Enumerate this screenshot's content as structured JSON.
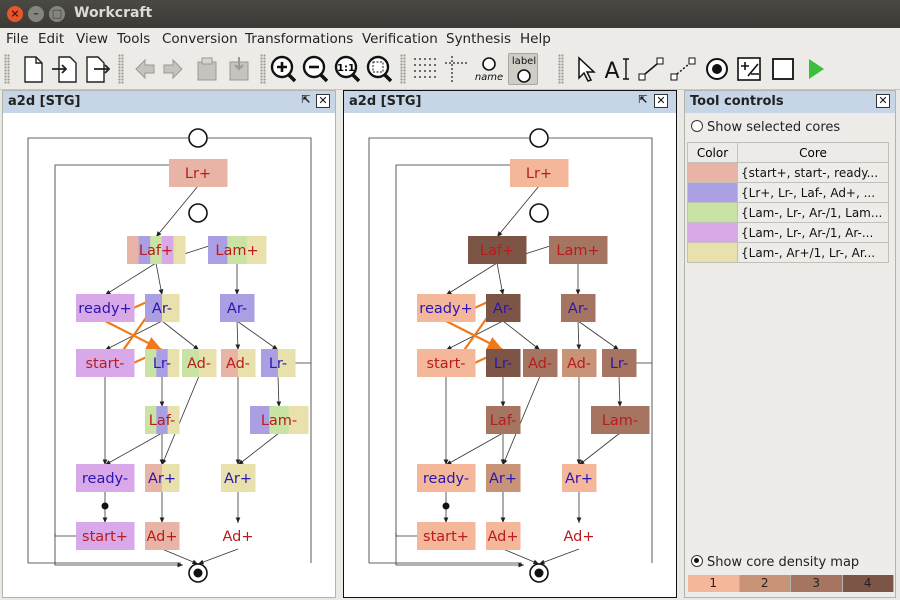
{
  "window": {
    "title": "Workcraft"
  },
  "menu": [
    "File",
    "Edit",
    "View",
    "Tools",
    "Conversion",
    "Transformations",
    "Verification",
    "Synthesis",
    "Help"
  ],
  "toolbar": {
    "name_label": "name",
    "label_label": "label"
  },
  "editors": [
    {
      "title": "a2d [STG]"
    },
    {
      "title": "a2d [STG]"
    }
  ],
  "tool_controls": {
    "title": "Tool controls",
    "show_selected_label": "Show selected cores",
    "col_color": "Color",
    "col_core": "Core",
    "cores": [
      {
        "color": "#e8b4a5",
        "text": "{start+, start-, ready..."
      },
      {
        "color": "#ab9fe3",
        "text": "{Lr+, Lr-, Laf-, Ad+, ..."
      },
      {
        "color": "#c8e3a4",
        "text": "{Lam-, Lr-, Ar-/1, Lam..."
      },
      {
        "color": "#d8a8e8",
        "text": "{Lam-, Lr-, Ar-/1, Ar-..."
      },
      {
        "color": "#e8e1ab",
        "text": "{Lam-, Ar+/1, Lr-, Ar..."
      }
    ],
    "show_density_label": "Show core density map",
    "density": [
      {
        "level": "1",
        "color": "#f4b799"
      },
      {
        "level": "2",
        "color": "#c99377"
      },
      {
        "level": "3",
        "color": "#a57561"
      },
      {
        "level": "4",
        "color": "#7d5547"
      }
    ]
  },
  "graph": {
    "labels": [
      "Lr+",
      "Laf+",
      "Lam+",
      "ready+",
      "Ar-",
      "Ar-",
      "start-",
      "Lr-",
      "Ad-",
      "Ad-",
      "Lr-",
      "Laf-",
      "Lam-",
      "ready-",
      "Ar+",
      "Ar+",
      "start+",
      "Ad+",
      "Ad+"
    ],
    "left_fill": [
      "#e8b4a5",
      "#e8b4a5|#ab9fe3|#c8e3a4|#d8a8e8|#e8e1ab",
      "#ab9fe3|#c8e3a4|#e8e1ab",
      "#d8a8e8",
      "#ab9fe3|#e8e1ab",
      "#ab9fe3",
      "#d8a8e8",
      "#c8e3a4|#ab9fe3|#e8e1ab",
      "#c8e3a4|#e8e1ab",
      "#e8b4a5|#e8e1ab",
      "#ab9fe3|#e8e1ab",
      "#c8e3a4|#ab9fe3|#e8e1ab",
      "#ab9fe3|#c8e3a4|#e8e1ab",
      "#d8a8e8",
      "#e8b4a5|#e8e1ab",
      "#e8e1ab",
      "#d8a8e8",
      "#e8b4a5",
      "none"
    ],
    "right_fill": [
      "#f4b799",
      "#7d5547",
      "#a57561",
      "#f4b799",
      "#7d5547",
      "#a57561",
      "#f4b799",
      "#7d5547",
      "#a57561",
      "#c99377",
      "#a57561",
      "#a57561",
      "#a57561",
      "#f4b799",
      "#c99377",
      "#f4b799",
      "#f4b799",
      "#f4b799",
      "none"
    ],
    "label_color": [
      "#b81c1c",
      "#b81c1c",
      "#b81c1c",
      "#2a16b0",
      "#2a16b0",
      "#2a16b0",
      "#b81c1c",
      "#2a16b0",
      "#b81c1c",
      "#b81c1c",
      "#2a16b0",
      "#b81c1c",
      "#b81c1c",
      "#2a16b0",
      "#2a16b0",
      "#2a16b0",
      "#b81c1c",
      "#b81c1c",
      "#b81c1c"
    ]
  }
}
